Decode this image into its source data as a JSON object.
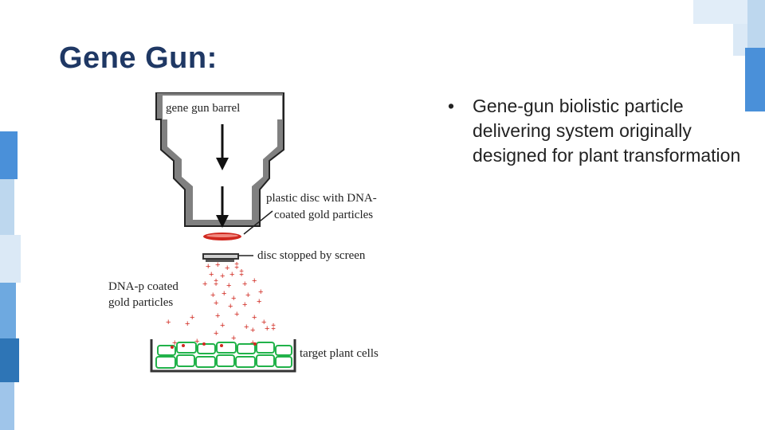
{
  "slide": {
    "title": "Gene Gun:"
  },
  "figure": {
    "labels": {
      "barrel": "gene gun barrel",
      "disc_line1": "plastic disc with DNA-",
      "disc_line2": "coated gold particles",
      "stopped": "disc stopped by screen",
      "particles_line1": "DNA-p coated",
      "particles_line2": "gold particles",
      "target": "target plant cells"
    }
  },
  "bullets": [
    {
      "marker": "•",
      "text": "Gene-gun biolistic particle delivering system originally designed for plant transformation"
    }
  ],
  "colors": {
    "title": "#1f3864",
    "accent_blue": "#2e75b6",
    "light_blue": "#bdd7ee",
    "barrel_gray": "#808080",
    "particle_red": "#d0281f",
    "cell_green": "#21b24a"
  }
}
